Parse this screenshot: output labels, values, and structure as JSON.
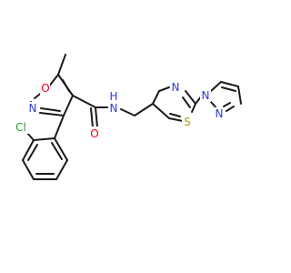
{
  "molecule": {
    "atoms": [
      {
        "id": "O1",
        "symbol": "O",
        "color": "#e8001a"
      },
      {
        "id": "N2",
        "symbol": "N",
        "color": "#2b3bd6"
      },
      {
        "id": "Cl",
        "symbol": "Cl",
        "color": "#2a9d2a"
      },
      {
        "id": "O_amide",
        "symbol": "O",
        "color": "#e8001a"
      },
      {
        "id": "NH",
        "symbol": "N",
        "color": "#2b3bd6"
      },
      {
        "id": "H",
        "symbol": "H",
        "color": "#2b3bd6"
      },
      {
        "id": "N_thz",
        "symbol": "N",
        "color": "#2b3bd6"
      },
      {
        "id": "S",
        "symbol": "S",
        "color": "#b8a000"
      },
      {
        "id": "N_pz1",
        "symbol": "N",
        "color": "#2b3bd6"
      },
      {
        "id": "N_pz2",
        "symbol": "N",
        "color": "#2b3bd6"
      }
    ]
  }
}
